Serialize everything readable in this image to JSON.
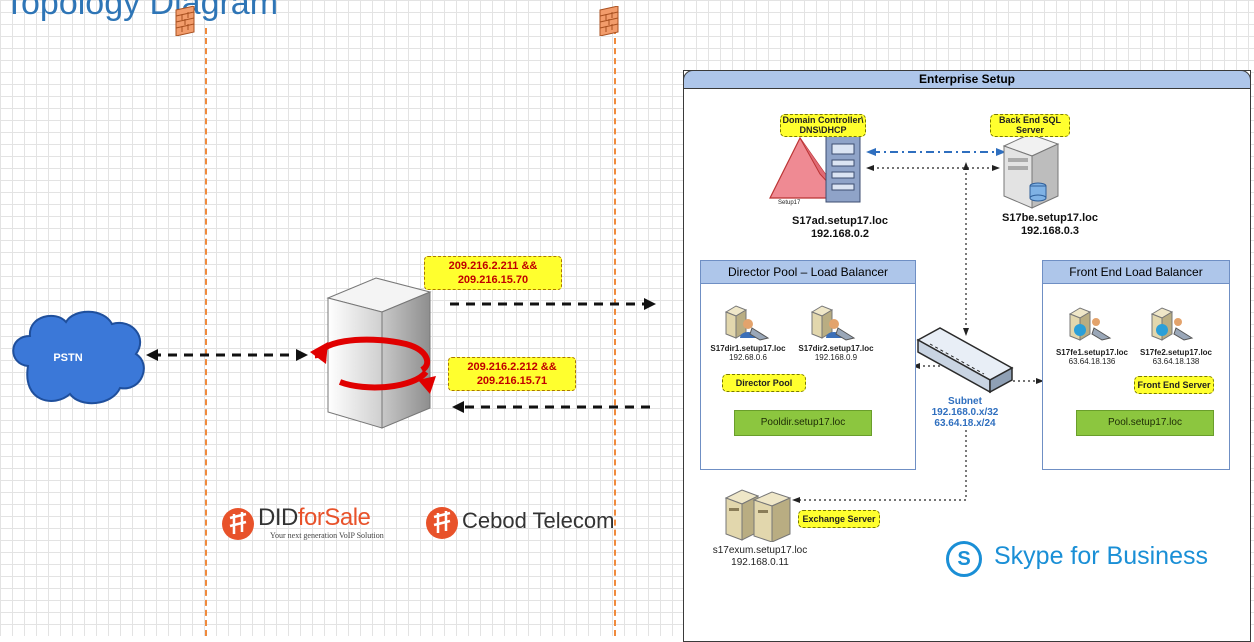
{
  "page": {
    "title": "Topology Diagram"
  },
  "pstn": {
    "label": "PSTN"
  },
  "sbc_links": {
    "outbound_ip": "209.216.2.211 && 209.216.15.70",
    "inbound_ip": "209.216.2.212 && 209.216.15.71"
  },
  "logos": {
    "didforsale_name_a": "DID",
    "didforsale_name_b": "forSale",
    "didforsale_tagline": "Your next generation VoIP Solution",
    "cebod": "Cebod Telecom",
    "skype": "Skype for Business",
    "skype_badge": "S"
  },
  "enterprise": {
    "title": "Enterprise Setup",
    "ad": {
      "tag": "Domain Controller\\ DNS\\DHCP",
      "host": "S17ad.setup17.loc",
      "ip": "192.168.0.2",
      "forest_label": "Setup17"
    },
    "sql": {
      "tag": "Back End SQL Server",
      "host": "S17be.setup17.loc",
      "ip": "192.168.0.3"
    },
    "director_pool": {
      "title": "Director Pool – Load Balancer",
      "servers": [
        {
          "host": "S17dir1.setup17.loc",
          "ip": "192.68.0.6"
        },
        {
          "host": "S17dir2.setup17.loc",
          "ip": "192.168.0.9"
        }
      ],
      "tag": "Director Pool",
      "pool_name": "Pooldir.setup17.loc"
    },
    "frontend_pool": {
      "title": "Front End Load Balancer",
      "servers": [
        {
          "host": "S17fe1.setup17.loc",
          "ip": "63.64.18.136"
        },
        {
          "host": "S17fe2.setup17.loc",
          "ip": "63.64.18.138"
        }
      ],
      "tag": "Front End Server",
      "pool_name": "Pool.setup17.loc"
    },
    "subnet": {
      "label": "Subnet",
      "net1": "192.168.0.x/32",
      "net2": "63.64.18.x/24"
    },
    "exchange": {
      "tag": "Exchange Server",
      "host": "s17exum.setup17.loc",
      "ip": "192.168.0.11"
    }
  },
  "colors": {
    "accent": "#2e75b6",
    "pool_header": "#aec6ea",
    "highlight": "#ffff2e",
    "pool_bar": "#8cc63f",
    "pstn_cloud": "#3b78d8",
    "firewall": "#f08a3c",
    "brand_red": "#e8522a"
  }
}
